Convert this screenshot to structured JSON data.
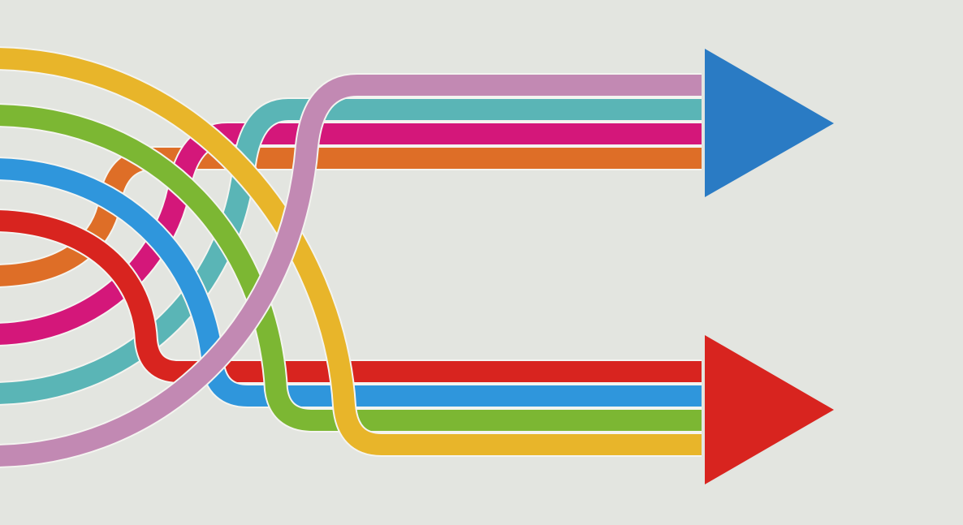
{
  "background_color": "#e3e5e0",
  "arrows": [
    {
      "name": "top-arrow",
      "color": "#2a7bc4"
    },
    {
      "name": "bottom-arrow",
      "color": "#d8241f"
    }
  ],
  "strands": [
    {
      "name": "purple",
      "color": "#c289b3",
      "group": "top"
    },
    {
      "name": "teal",
      "color": "#5ab5b6",
      "group": "top"
    },
    {
      "name": "magenta",
      "color": "#d4177a",
      "group": "top"
    },
    {
      "name": "orange",
      "color": "#de6e27",
      "group": "top"
    },
    {
      "name": "red",
      "color": "#d8241f",
      "group": "bottom"
    },
    {
      "name": "blue",
      "color": "#2f96dc",
      "group": "bottom"
    },
    {
      "name": "green",
      "color": "#7cb733",
      "group": "bottom"
    },
    {
      "name": "yellow",
      "color": "#e8b52a",
      "group": "bottom"
    }
  ]
}
